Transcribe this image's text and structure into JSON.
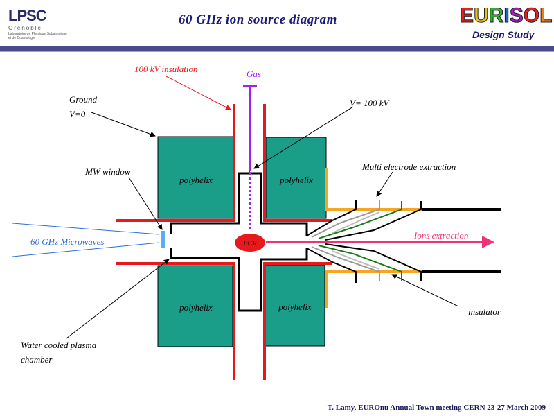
{
  "header": {
    "title": "60 GHz ion source diagram",
    "logo_left": {
      "main": "LPSC",
      "sub": "Grenoble",
      "lab": "Laboratoire de Physique Subatomique et de Cosmologie"
    },
    "logo_right": {
      "main": "EURISOL",
      "sub": "Design Study"
    }
  },
  "labels": {
    "insulation_100kv": "100 kV insulation",
    "gas": "Gas",
    "ground_line1": "Ground",
    "ground_line2": "V=0",
    "v100kv": "V= 100 kV",
    "mw_window": "MW window",
    "multi_electrode": "Multi electrode extraction",
    "microwaves": "60 GHz Microwaves",
    "ecr": "ECR",
    "ions_extraction": "Ions extraction",
    "insulator": "insulator",
    "water_cooled_line1": "Water cooled plasma",
    "water_cooled_line2": "chamber",
    "polyhelix_tl": "polyhelix",
    "polyhelix_tr": "polyhelix",
    "polyhelix_bl": "polyhelix",
    "polyhelix_br": "polyhelix"
  },
  "colors": {
    "polyhelix": "#1a9e8a",
    "insulation": "#e8191c",
    "gas": "#a020f0",
    "extraction": "#f5a623",
    "beam": "#ee3377",
    "ecr": "#e8191c",
    "microwave": "#2a6fd6",
    "red_text": "#e8191c",
    "purple_text": "#a020f0",
    "blue_text": "#2a6fd6",
    "pink_text": "#ee3377",
    "title": "#1a1a7a"
  },
  "footer": {
    "text": "T. Lamy, EUROnu Annual Town meeting CERN 23-27 March 2009"
  }
}
